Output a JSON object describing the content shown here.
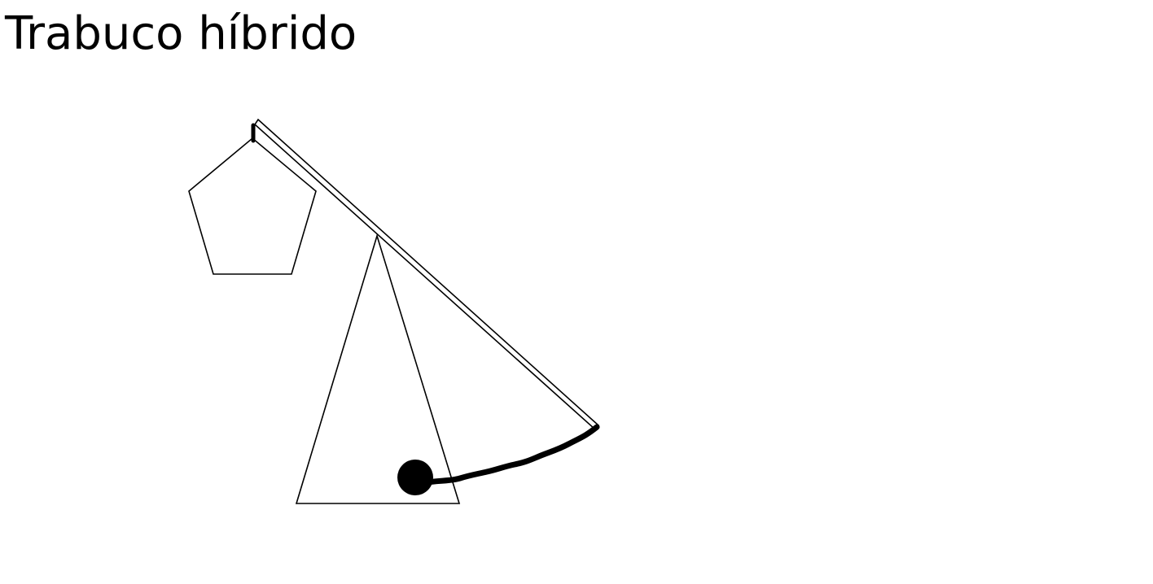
{
  "title": "Trabuco híbrido",
  "colors": {
    "stroke": "#000000",
    "fill": "#ffffff"
  },
  "diagram": {
    "parts": [
      {
        "id": "counterweight",
        "shape": "pentagon"
      },
      {
        "id": "support-frame",
        "shape": "triangle"
      },
      {
        "id": "throwing-arm",
        "shape": "beam"
      },
      {
        "id": "sling",
        "shape": "rope"
      },
      {
        "id": "projectile",
        "shape": "ball"
      }
    ]
  }
}
